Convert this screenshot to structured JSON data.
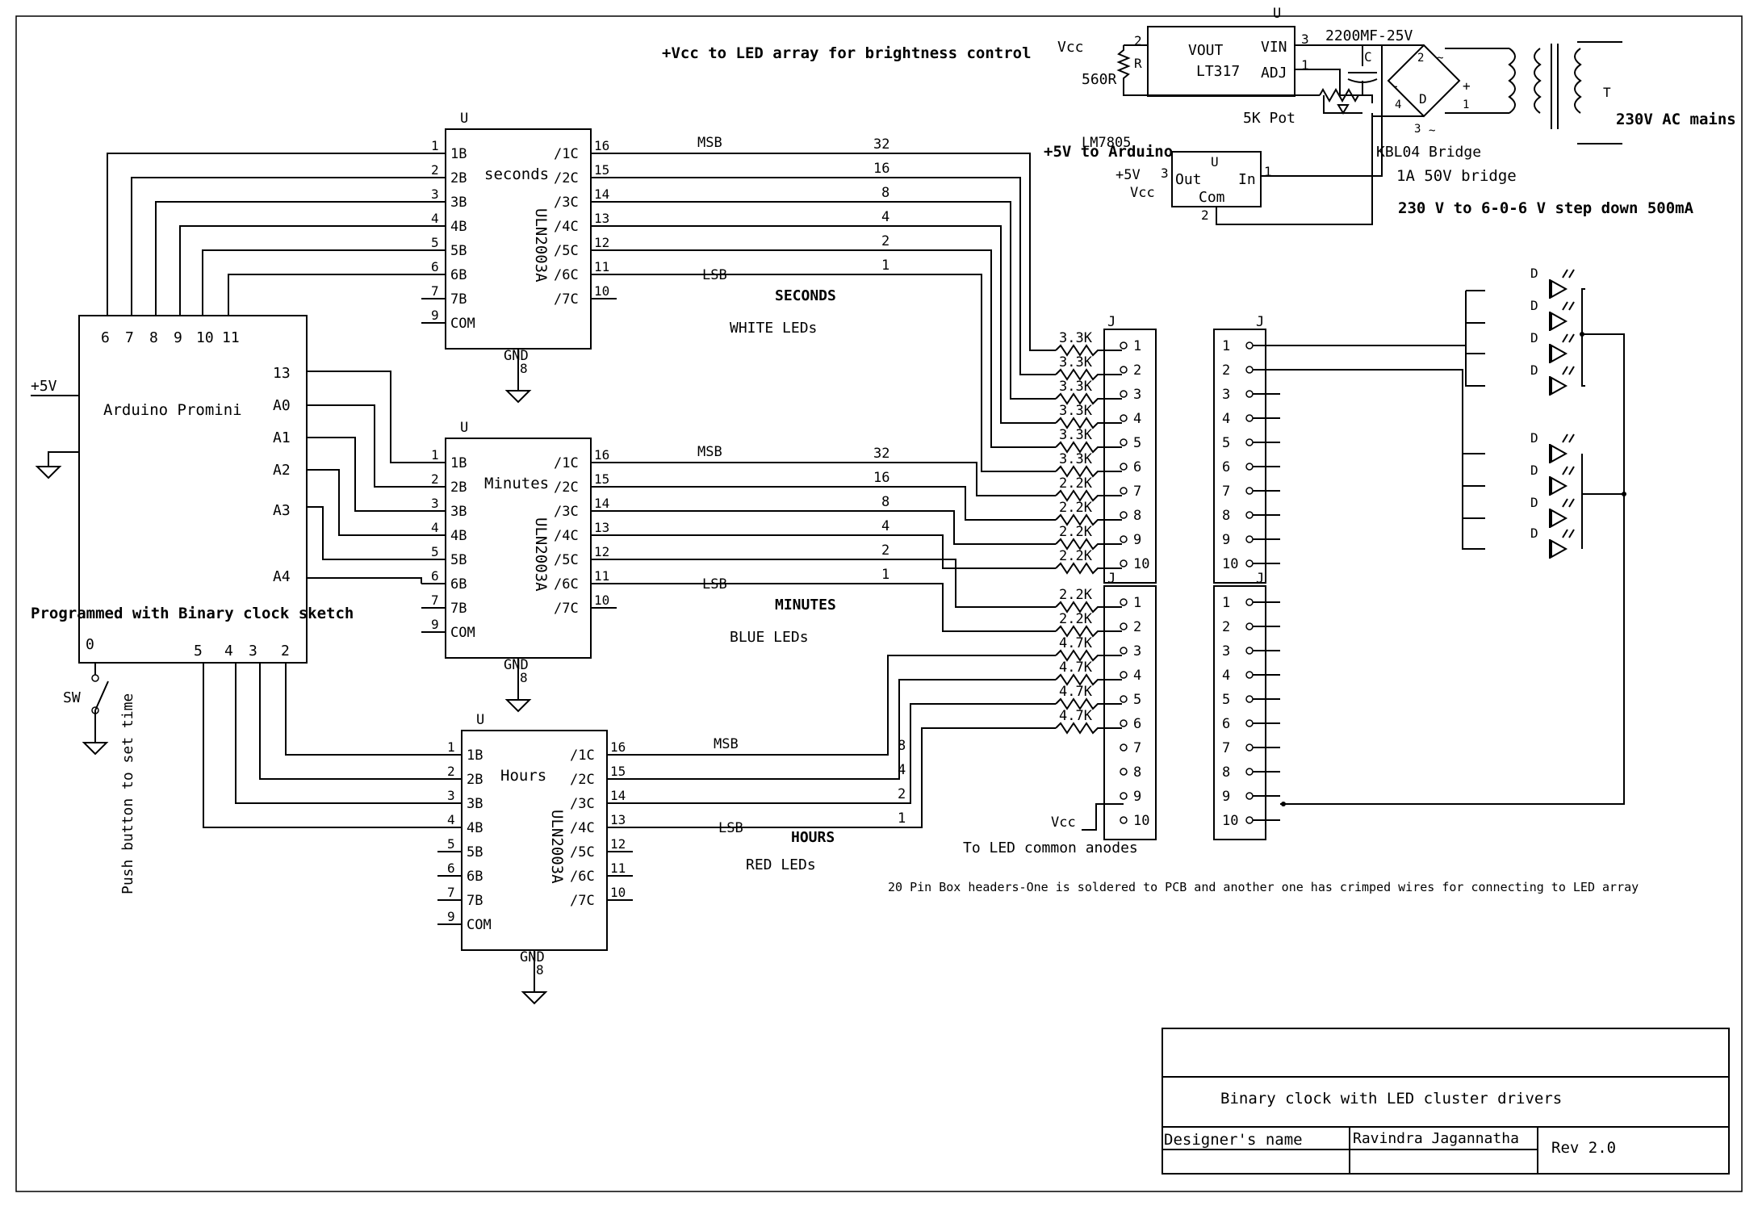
{
  "notes": {
    "vcc_led_array": "+Vcc to LED array for brightness control",
    "plus5_arduino": "+5V to Arduino",
    "stepdown": "230 V to 6-0-6 V step down 500mA",
    "mains": "230V AC mains",
    "bridge_rating": "1A 50V bridge",
    "bridge_part": "KBL04 Bridge",
    "box_headers": "20 Pin Box headers-One is soldered to PCB and another one has crimped wires for connecting to LED array",
    "common_anodes": "To LED common anodes",
    "push_button": "Push button to set time",
    "programmed": "Programmed with Binary clock sketch"
  },
  "power": {
    "u_label": "U",
    "lt317": {
      "name": "LT317",
      "vout": "VOUT",
      "vin": "VIN",
      "adj": "ADJ",
      "pin_vin": "3",
      "pin_adj": "1",
      "pin_vout": "2"
    },
    "vcc": "Vcc",
    "r560": "560R",
    "r_label": "R",
    "pot": "5K Pot",
    "cap": "2200MF-25V",
    "cap_label": "C",
    "lm7805": {
      "name": "LM7805",
      "u": "U",
      "out": "Out",
      "in": "In",
      "com": "Com",
      "pin_out": "3",
      "pin_in": "1",
      "pin_com": "2",
      "plus5": "+5V",
      "vcc": "Vcc"
    },
    "bridge": {
      "d": "D",
      "p1": "1",
      "p2": "2",
      "p3": "3",
      "p4": "4",
      "plus": "+",
      "minus": "-",
      "tilde": "~"
    },
    "transformer": "T"
  },
  "arduino": {
    "name": "Arduino Promini",
    "top_pins": [
      "6",
      "7",
      "8",
      "9",
      "10",
      "11"
    ],
    "right_pins": [
      "13",
      "A0",
      "A1",
      "A2",
      "A3",
      "A4"
    ],
    "bottom_pins": [
      "5",
      "4",
      "3",
      "2"
    ],
    "pin0": "0",
    "supply": "+5V",
    "switch": "SW"
  },
  "drivers": [
    {
      "u": "U",
      "part": "ULN2003A",
      "title": "seconds",
      "gnd": "GND",
      "gnd_pin": "8",
      "in_pins": [
        "1",
        "2",
        "3",
        "4",
        "5",
        "6",
        "7",
        "9"
      ],
      "in_names": [
        "1B",
        "2B",
        "3B",
        "4B",
        "5B",
        "6B",
        "7B",
        "COM"
      ],
      "out_pins": [
        "16",
        "15",
        "14",
        "13",
        "12",
        "11",
        "10"
      ],
      "out_names": [
        "/1C",
        "/2C",
        "/3C",
        "/4C",
        "/5C",
        "/6C",
        "/7C"
      ],
      "weights": [
        "32",
        "16",
        "8",
        "4",
        "2",
        "1"
      ],
      "msb": "MSB",
      "lsb": "LSB",
      "group": "SECONDS",
      "leds": "WHITE LEDs"
    },
    {
      "u": "U",
      "part": "ULN2003A",
      "title": "Minutes",
      "gnd": "GND",
      "gnd_pin": "8",
      "in_pins": [
        "1",
        "2",
        "3",
        "4",
        "5",
        "6",
        "7",
        "9"
      ],
      "in_names": [
        "1B",
        "2B",
        "3B",
        "4B",
        "5B",
        "6B",
        "7B",
        "COM"
      ],
      "out_pins": [
        "16",
        "15",
        "14",
        "13",
        "12",
        "11",
        "10"
      ],
      "out_names": [
        "/1C",
        "/2C",
        "/3C",
        "/4C",
        "/5C",
        "/6C",
        "/7C"
      ],
      "weights": [
        "32",
        "16",
        "8",
        "4",
        "2",
        "1"
      ],
      "msb": "MSB",
      "lsb": "LSB",
      "group": "MINUTES",
      "leds": "BLUE LEDs"
    },
    {
      "u": "U",
      "part": "ULN2003A",
      "title": "Hours",
      "gnd": "GND",
      "gnd_pin": "8",
      "in_pins": [
        "1",
        "2",
        "3",
        "4",
        "5",
        "6",
        "7",
        "9"
      ],
      "in_names": [
        "1B",
        "2B",
        "3B",
        "4B",
        "5B",
        "6B",
        "7B",
        "COM"
      ],
      "out_pins": [
        "16",
        "15",
        "14",
        "13",
        "12",
        "11",
        "10"
      ],
      "out_names": [
        "/1C",
        "/2C",
        "/3C",
        "/4C",
        "/5C",
        "/6C",
        "/7C"
      ],
      "weights": [
        "8",
        "4",
        "2",
        "1"
      ],
      "msb": "MSB",
      "lsb": "LSB",
      "group": "HOURS",
      "leds": "RED LEDs"
    }
  ],
  "resistors_a": [
    "3.3K",
    "3.3K",
    "3.3K",
    "3.3K",
    "3.3K",
    "3.3K",
    "2.2K",
    "2.2K",
    "2.2K",
    "2.2K"
  ],
  "resistors_b": [
    "2.2K",
    "2.2K",
    "4.7K",
    "4.7K",
    "4.7K",
    "4.7K"
  ],
  "header": {
    "j": "J",
    "pins": [
      "1",
      "2",
      "3",
      "4",
      "5",
      "6",
      "7",
      "8",
      "9",
      "10"
    ],
    "vcc": "Vcc"
  },
  "led_symbol": "D",
  "title_block": {
    "title": "Binary clock with LED cluster drivers",
    "designer_label": "Designer's name",
    "designer": "Ravindra Jagannatha",
    "rev": "Rev 2.0"
  }
}
